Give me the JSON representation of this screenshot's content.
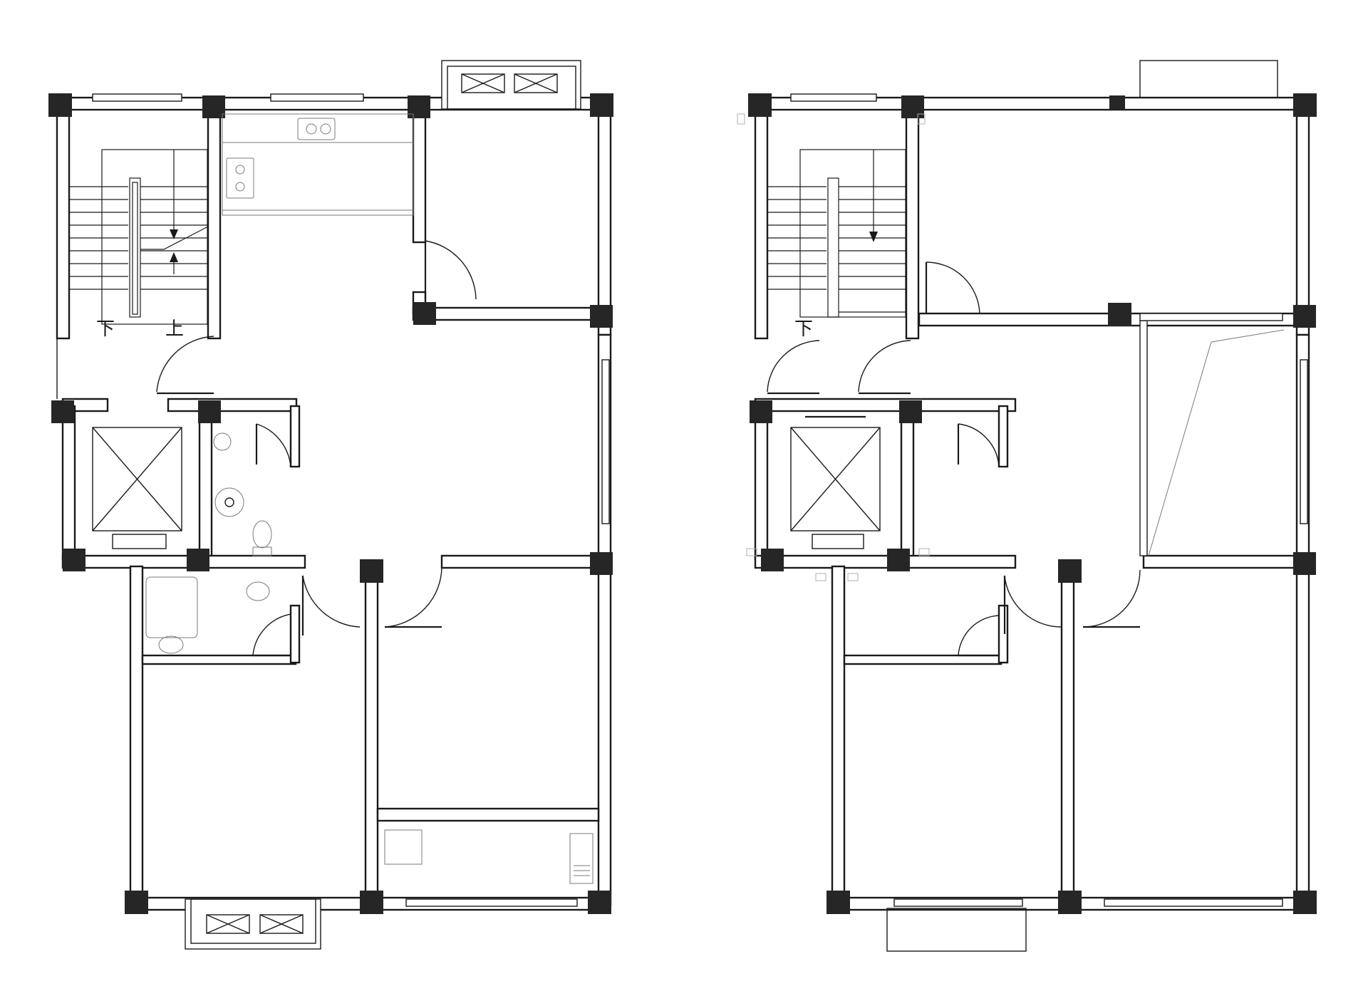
{
  "plans": [
    {
      "stair_down_label": "下",
      "stair_up_label": "上"
    },
    {
      "stair_down_label": "下"
    }
  ],
  "colors": {
    "line": "#1a1a1a",
    "column": "#262626",
    "fixture": "#7a7a7a",
    "background": "#ffffff"
  }
}
